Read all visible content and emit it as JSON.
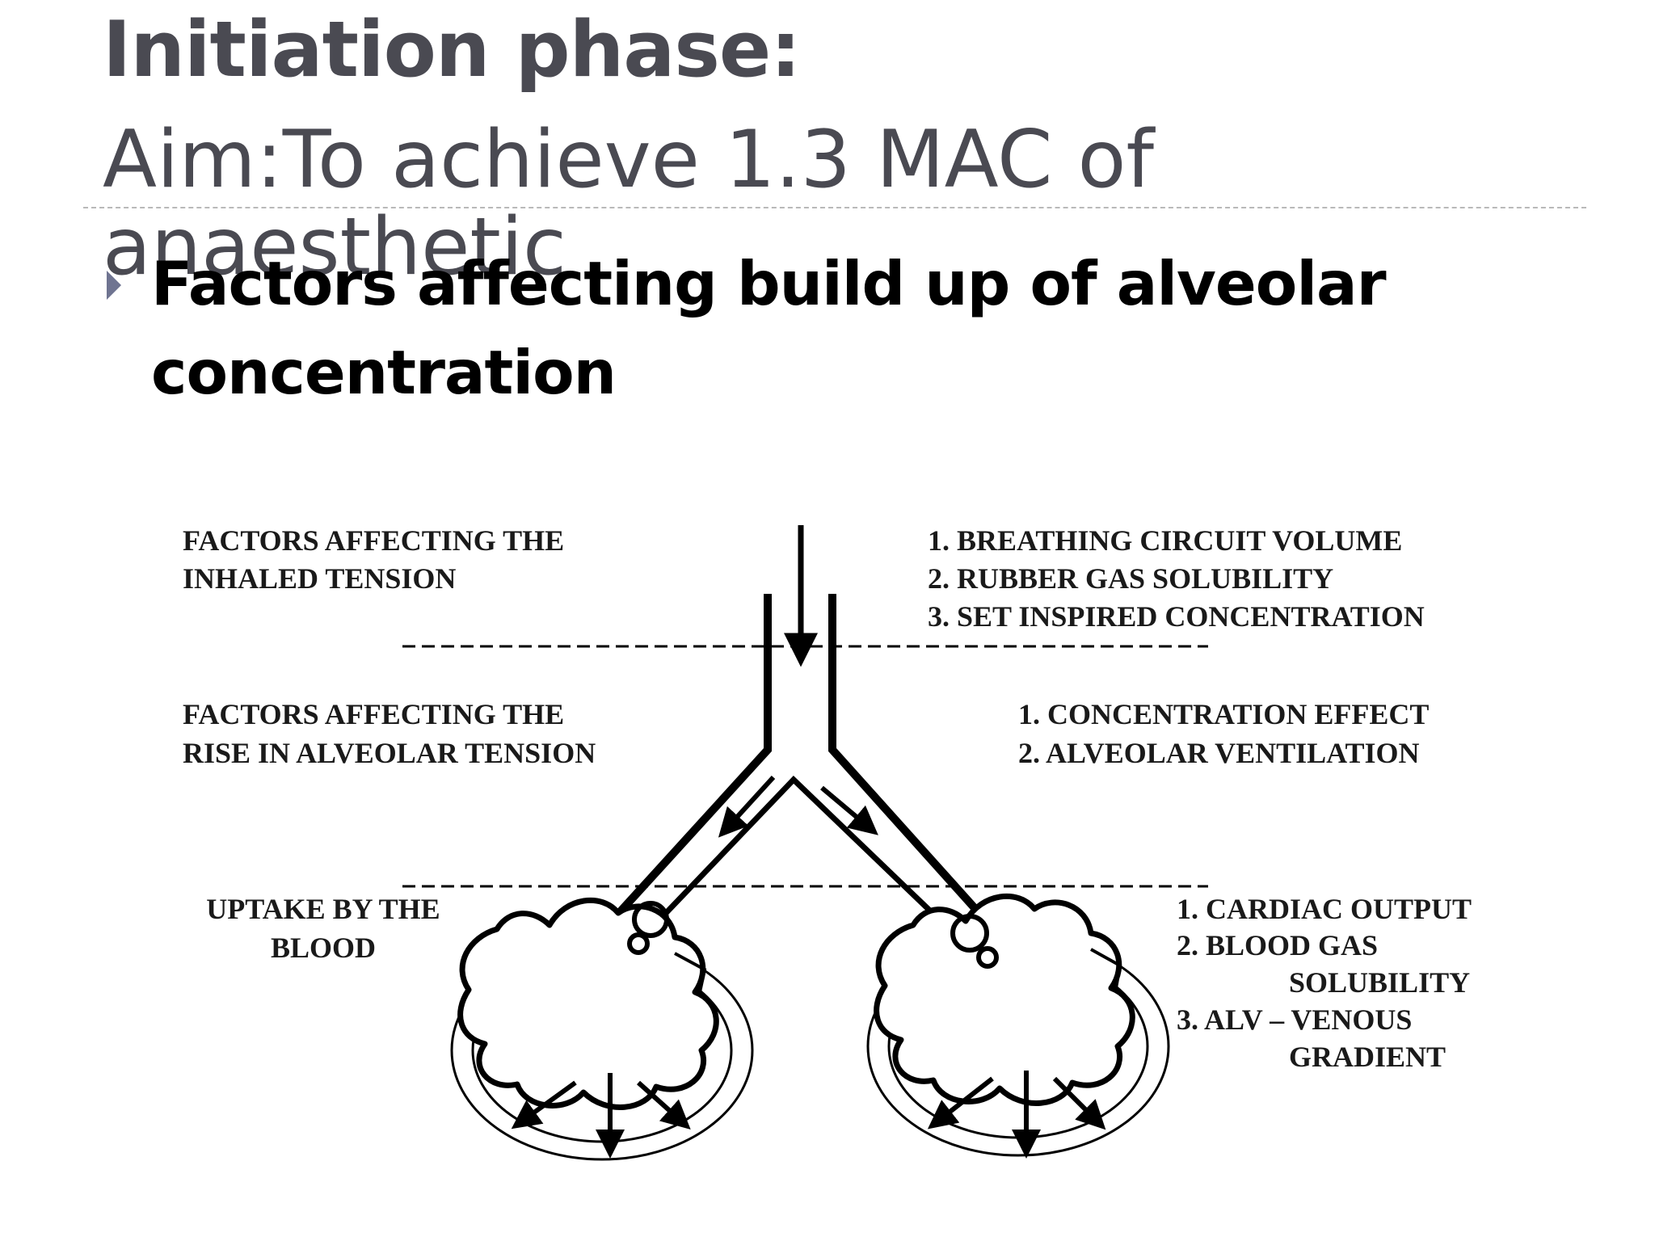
{
  "slide": {
    "title": "Initiation phase:",
    "subtitle": "Aim:To achieve 1.3 MAC of anaesthetic",
    "bullet_line1": "Factors affecting build up of alveolar",
    "bullet_line2": "concentration"
  },
  "diagram": {
    "inhaled_heading_1": "FACTORS AFFECTING THE",
    "inhaled_heading_2": "INHALED TENSION",
    "inhaled_factors": [
      "1. BREATHING CIRCUIT VOLUME",
      "2. RUBBER GAS SOLUBILITY",
      "3. SET INSPIRED CONCENTRATION"
    ],
    "alveolar_heading_1": "FACTORS AFFECTING THE",
    "alveolar_heading_2": "RISE  IN ALVEOLAR TENSION",
    "alveolar_factors": [
      "1. CONCENTRATION EFFECT",
      "2. ALVEOLAR VENTILATION"
    ],
    "uptake_heading_1": "UPTAKE BY THE",
    "uptake_heading_2": "BLOOD",
    "uptake_factors": [
      "1. CARDIAC OUTPUT",
      "2. BLOOD GAS",
      "SOLUBILITY",
      "3. ALV – VENOUS",
      "GRADIENT"
    ]
  },
  "colors": {
    "title": "#4a4a52",
    "bullet": "#6f7491",
    "text": "#000000"
  },
  "icons": {
    "bullet": "triangle-right"
  }
}
